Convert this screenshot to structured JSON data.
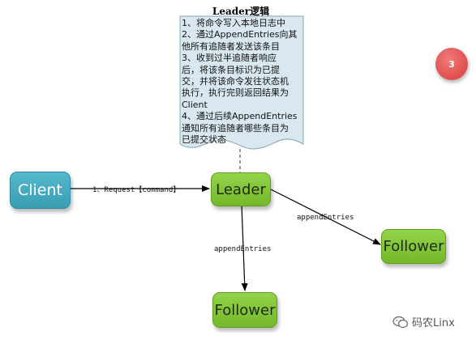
{
  "note": {
    "title": "Leader逻辑",
    "lines": [
      "1、将命令写入本地日志中",
      "2、通过AppendEntries向其",
      "他所有追随者发送该条目",
      "3、收到过半追随者响应",
      "后，将该条目标识为已提",
      "交，并将该命令发往状态机",
      "执行，执行完则返回结果为",
      "Client",
      "4、通过后续AppendEntries",
      "通知所有追随者哪些条目为",
      "已提交状态"
    ]
  },
  "nodes": {
    "client": "Client",
    "leader": "Leader",
    "follower_right": "Follower",
    "follower_bottom": "Follower"
  },
  "edges": {
    "request": "1、Request【command】",
    "append_right": "appendEntries",
    "append_bottom": "appendEntries"
  },
  "badge": "3",
  "watermark": "码农Linx",
  "colors": {
    "client": "#45a9bf",
    "node_green": "#84c63a",
    "note_bg": "#d9e8f0",
    "badge": "#e04848"
  }
}
